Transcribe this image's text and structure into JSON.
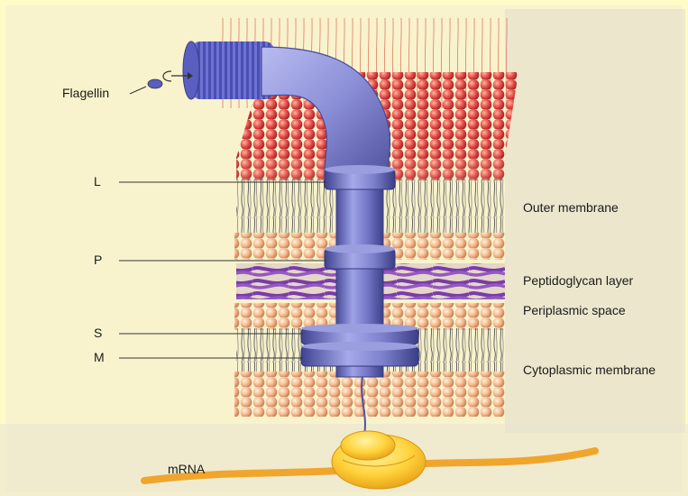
{
  "diagram": {
    "labels": {
      "flagellin": "Flagellin",
      "ring_l": "L",
      "ring_p": "P",
      "ring_s": "S",
      "ring_m": "M",
      "outer_membrane": "Outer membrane",
      "peptidoglycan": "Peptidoglycan layer",
      "periplasmic": "Periplasmic space",
      "cytoplasmic": "Cytoplasmic membrane",
      "mrna": "mRNA"
    },
    "colors": {
      "background": "#fffbc9",
      "flagellum": "#7b7fd0",
      "flagellum_dark": "#4f52a6",
      "lipid_head": "#f0b78d",
      "lipid_head_red": "#e24f45",
      "peptidoglycan": "#7a3ca8",
      "mrna": "#f0a52c",
      "ribosome": "#ffd33a"
    }
  }
}
